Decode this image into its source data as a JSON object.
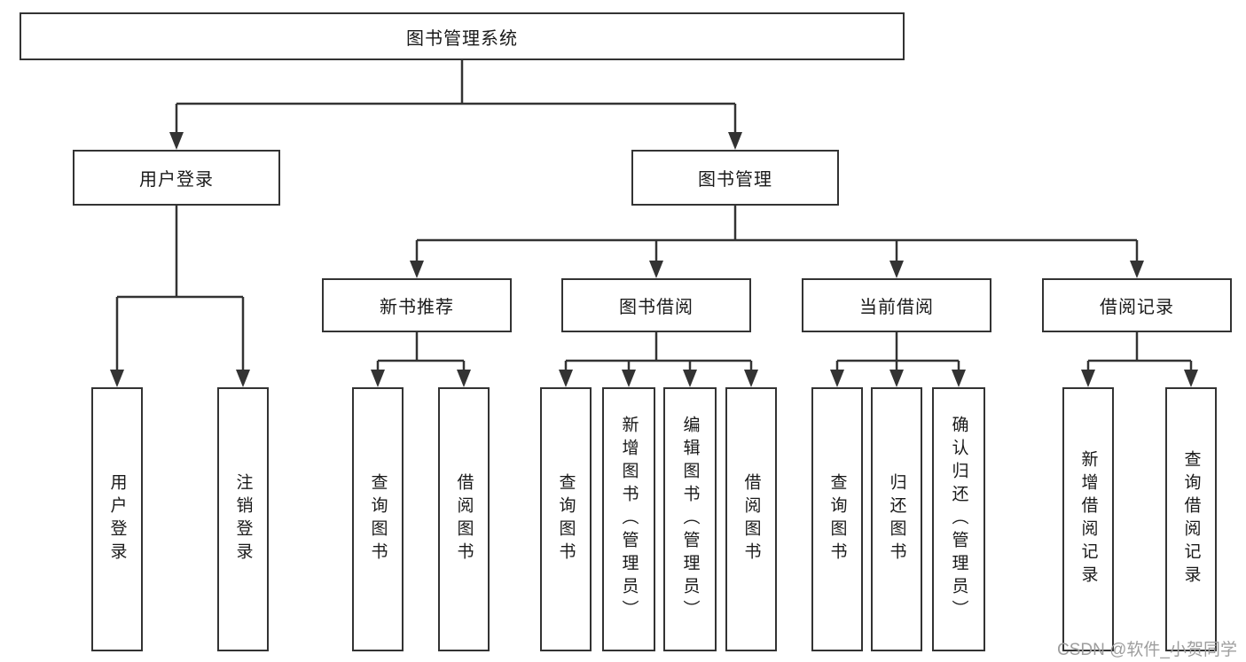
{
  "diagram": {
    "root": {
      "label": "图书管理系统"
    },
    "level1": {
      "user_login": {
        "label": "用户登录"
      },
      "book_mgmt": {
        "label": "图书管理"
      }
    },
    "level2": {
      "new_books": {
        "label": "新书推荐"
      },
      "book_borrow": {
        "label": "图书借阅"
      },
      "current_borrow": {
        "label": "当前借阅"
      },
      "borrow_records": {
        "label": "借阅记录"
      }
    },
    "leaves": {
      "ul_login": "用户登录",
      "ul_logout": "注销登录",
      "nb_query": "查询图书",
      "nb_borrow": "借阅图书",
      "bb_query": "查询图书",
      "bb_add": "新增图书（管理员）",
      "bb_edit": "编辑图书（管理员）",
      "bb_borrow": "借阅图书",
      "cb_query": "查询图书",
      "cb_return": "归还图书",
      "cb_confirm": "确认归还（管理员）",
      "br_add": "新增借阅记录",
      "br_query": "查询借阅记录"
    },
    "watermark": "CSDN @软件_小贺同学",
    "colors": {
      "line": "#333333",
      "box_border": "#333333",
      "box_fill": "#ffffff",
      "text": "#1a1a1a",
      "watermark": "#9e9e9e"
    }
  }
}
